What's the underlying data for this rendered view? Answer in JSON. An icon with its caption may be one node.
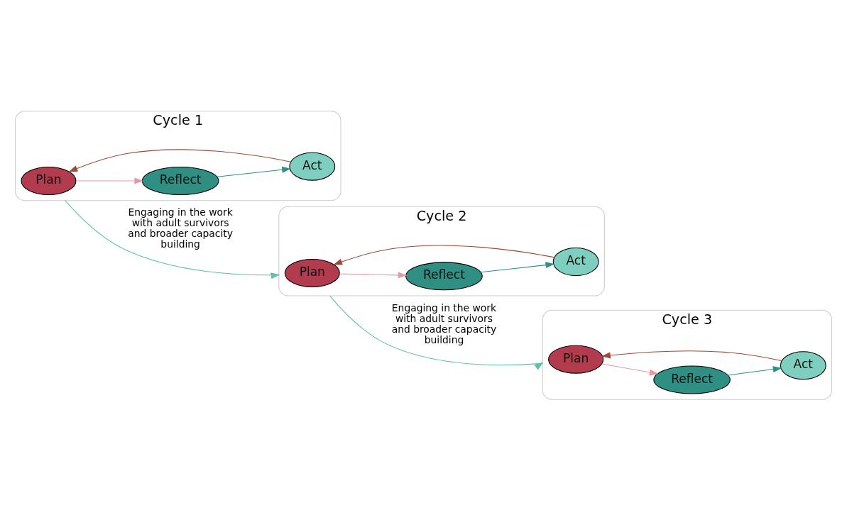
{
  "diagram": {
    "nodes": [
      {
        "text": [
          "Cycle 1"
        ]
      },
      {
        "text": [
          "Plan"
        ],
        "in": 0
      },
      {
        "text": [
          "Reflect"
        ],
        "in": 0
      },
      {
        "text": [
          "Act"
        ],
        "in": 0
      },
      {
        "text": [
          "Cycle 2"
        ]
      },
      {
        "text": [
          "Plan"
        ],
        "in": 4
      },
      {
        "text": [
          "Reflect"
        ],
        "in": 4
      },
      {
        "text": [
          "Act"
        ],
        "in": 4
      },
      {
        "text": [
          "Cycle 3"
        ]
      },
      {
        "text": [
          "Plan"
        ],
        "in": 8
      },
      {
        "text": [
          "Reflect"
        ],
        "in": 8
      },
      {
        "text": [
          "Act"
        ],
        "in": 8
      }
    ],
    "edges": [
      {
        "from": 1,
        "to": 2,
        "arrow": "to",
        "color": "#e39aa3"
      },
      {
        "from": 2,
        "to": 3,
        "arrow": "to",
        "color": "#2f8f82"
      },
      {
        "from": 3,
        "to": 1,
        "arrow": "to",
        "color": "#9c4a35"
      },
      {
        "from": 5,
        "to": 6,
        "arrow": "to",
        "color": "#e39aa3"
      },
      {
        "from": 6,
        "to": 7,
        "arrow": "to",
        "color": "#2f8f82"
      },
      {
        "from": 7,
        "to": 5,
        "arrow": "to",
        "color": "#9c4a35"
      },
      {
        "from": 9,
        "to": 10,
        "arrow": "to",
        "color": "#e39aa3"
      },
      {
        "from": 10,
        "to": 11,
        "arrow": "to",
        "color": "#2f8f82"
      },
      {
        "from": 11,
        "to": 9,
        "arrow": "to",
        "color": "#9c4a35"
      },
      {
        "from": 0,
        "to": 4,
        "arrow": "to",
        "label": "Engaging in the work with adult survivors and broader capacity building",
        "color": "#5fc0a9"
      },
      {
        "from": 4,
        "to": 8,
        "arrow": "to",
        "label": "Engaging in the work with adult survivors and broader capacity building",
        "color": "#5fc0a9"
      }
    ]
  }
}
